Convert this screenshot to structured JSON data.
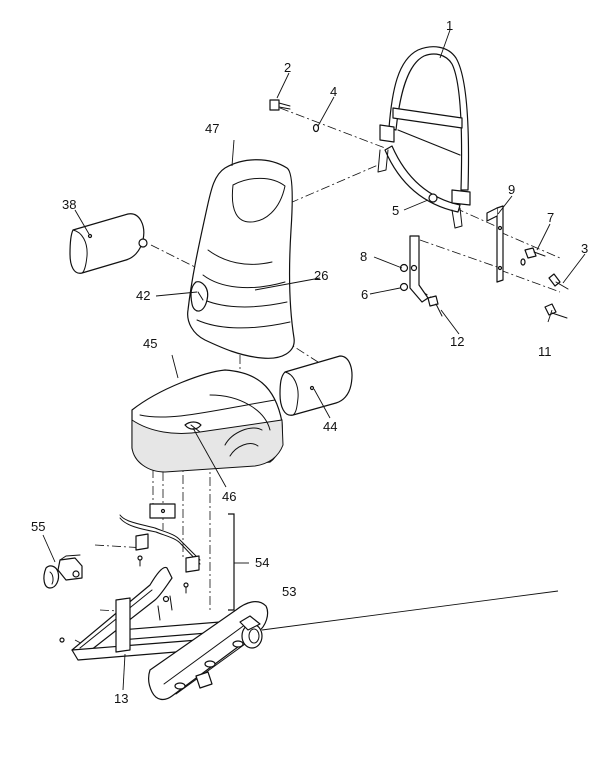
{
  "callouts": [
    {
      "id": "c1",
      "label": "1"
    },
    {
      "id": "c2",
      "label": "2"
    },
    {
      "id": "c3",
      "label": "3"
    },
    {
      "id": "c4",
      "label": "4"
    },
    {
      "id": "c5",
      "label": "5"
    },
    {
      "id": "c6",
      "label": "6"
    },
    {
      "id": "c7",
      "label": "7"
    },
    {
      "id": "c8",
      "label": "8"
    },
    {
      "id": "c9",
      "label": "9"
    },
    {
      "id": "c11",
      "label": "11"
    },
    {
      "id": "c12",
      "label": "12"
    },
    {
      "id": "c13",
      "label": "13"
    },
    {
      "id": "c26",
      "label": "26"
    },
    {
      "id": "c38",
      "label": "38"
    },
    {
      "id": "c42",
      "label": "42"
    },
    {
      "id": "c44",
      "label": "44"
    },
    {
      "id": "c45",
      "label": "45"
    },
    {
      "id": "c46",
      "label": "46"
    },
    {
      "id": "c47",
      "label": "47"
    },
    {
      "id": "c53",
      "label": "53"
    },
    {
      "id": "c54",
      "label": "54"
    },
    {
      "id": "c55",
      "label": "55"
    }
  ]
}
